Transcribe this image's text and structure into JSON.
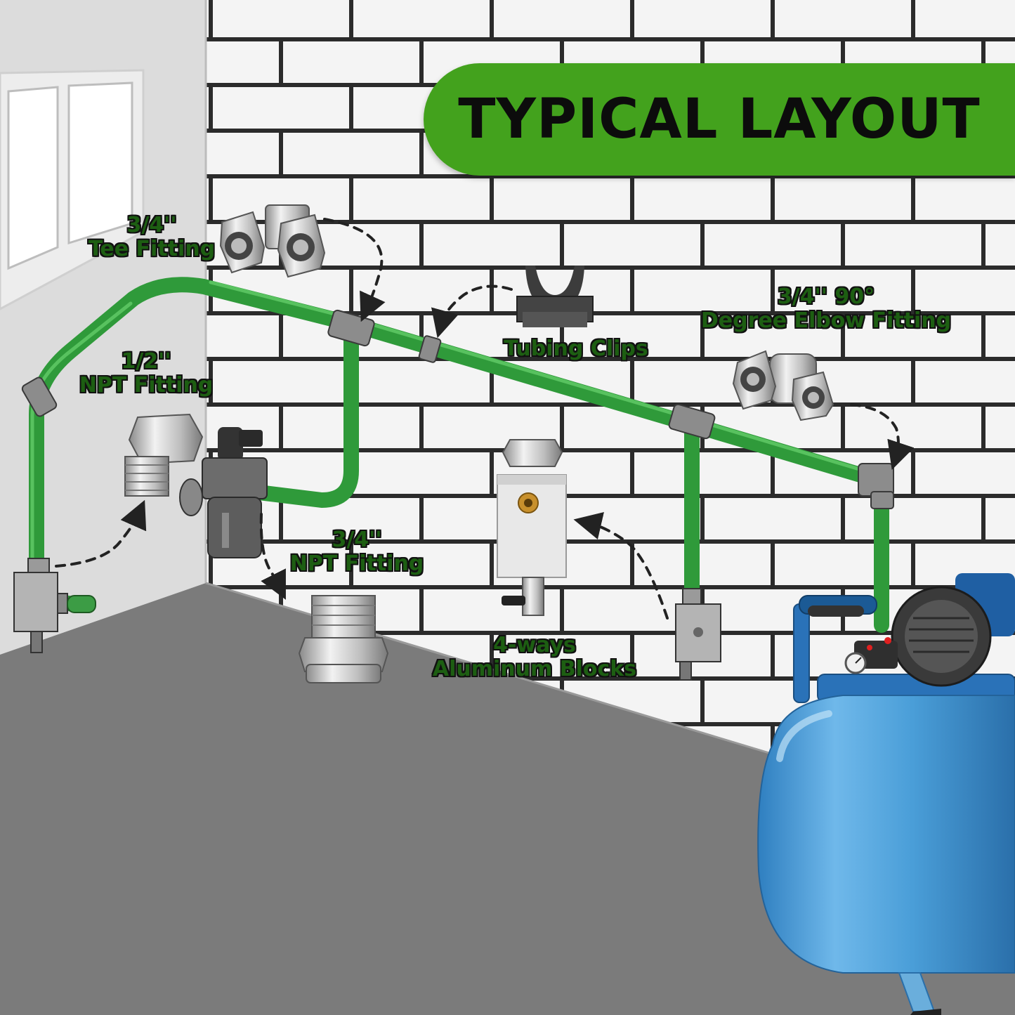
{
  "banner": {
    "title": "TYPICAL LAYOUT"
  },
  "labels": {
    "tee": {
      "line1": "3/4''",
      "line2": "Tee Fitting"
    },
    "npt_half": {
      "line1": "1/2''",
      "line2": "NPT Fitting"
    },
    "tubing_clips": {
      "line1": "Tubing Clips"
    },
    "elbow": {
      "line1": "3/4'' 90°",
      "line2": "Degree Elbow Fitting"
    },
    "npt_three_quarter": {
      "line1": "3/4''",
      "line2": "NPT Fitting"
    },
    "aluminum_blocks": {
      "line1": "4-ways",
      "line2": "Aluminum Blocks"
    }
  },
  "colors": {
    "accent_green": "#43a21d",
    "pipe_green": "#2f9a3a",
    "compressor_blue": "#4fa3dc",
    "floor_gray": "#7b7b7b"
  }
}
